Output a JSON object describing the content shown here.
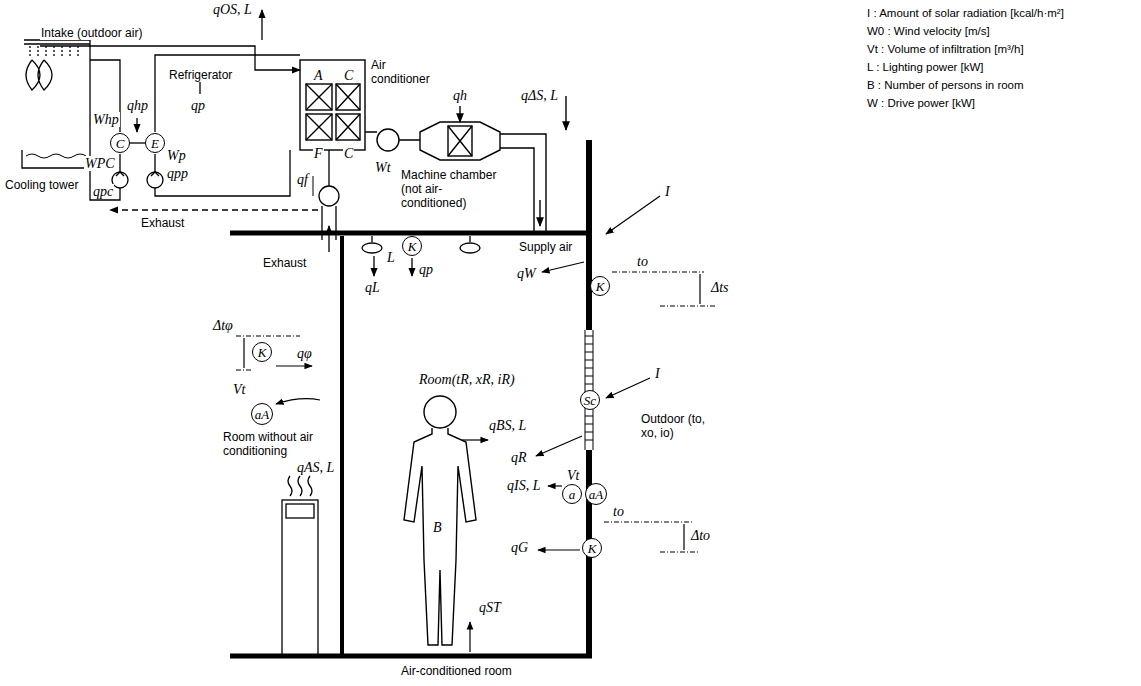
{
  "diagram": {
    "nodes": [
      {
        "text": [
          "C"
        ]
      },
      {
        "text": [
          "E"
        ]
      },
      {
        "text": [
          "K"
        ]
      },
      {
        "text": [
          "K"
        ]
      },
      {
        "text": [
          "aA"
        ]
      },
      {
        "text": [
          "K"
        ]
      },
      {
        "text": [
          "Sc"
        ]
      },
      {
        "text": [
          "a"
        ]
      },
      {
        "text": [
          "aA"
        ]
      },
      {
        "text": [
          "K"
        ]
      }
    ],
    "edges": [
      {
        "from": 0,
        "to": 1,
        "arrow": "none"
      }
    ],
    "labels": [
      "I : Amount of solar radiation [kcal/h·m²]",
      "W0 : Wind velocity [m/s]",
      "Vt : Volume of infiltration [m³/h]",
      "L : Lighting power [kW]",
      "B : Number of persons in room",
      "W : Drive power [kW]",
      "qOS, L",
      "Intake (outdoor air)",
      "Whp",
      "qhp",
      "Refrigerator",
      "qp",
      "Air conditioner",
      "A",
      "F",
      "C",
      "C",
      "WPC",
      "Wp",
      "qpc",
      "qpp",
      "Cooling tower",
      "Exhaust",
      "qf",
      "Wt",
      "Machine chamber (not air-conditioned)",
      "qh",
      "qΔS, L",
      "Exhaust",
      "L",
      "qL",
      "qp",
      "Supply air",
      "qW",
      "Δtφ",
      "qφ",
      "Vt",
      "Room without air conditioning",
      "qAS, L",
      "qBS, L",
      "B",
      "Room(tR, xR, iR)",
      "I",
      "to",
      "Δts",
      "I",
      "Outdoor (to, xo, io)",
      "qR",
      "Vt",
      "qIS, L",
      "to",
      "Δto",
      "qG",
      "qST",
      "Air-conditioned room"
    ]
  }
}
